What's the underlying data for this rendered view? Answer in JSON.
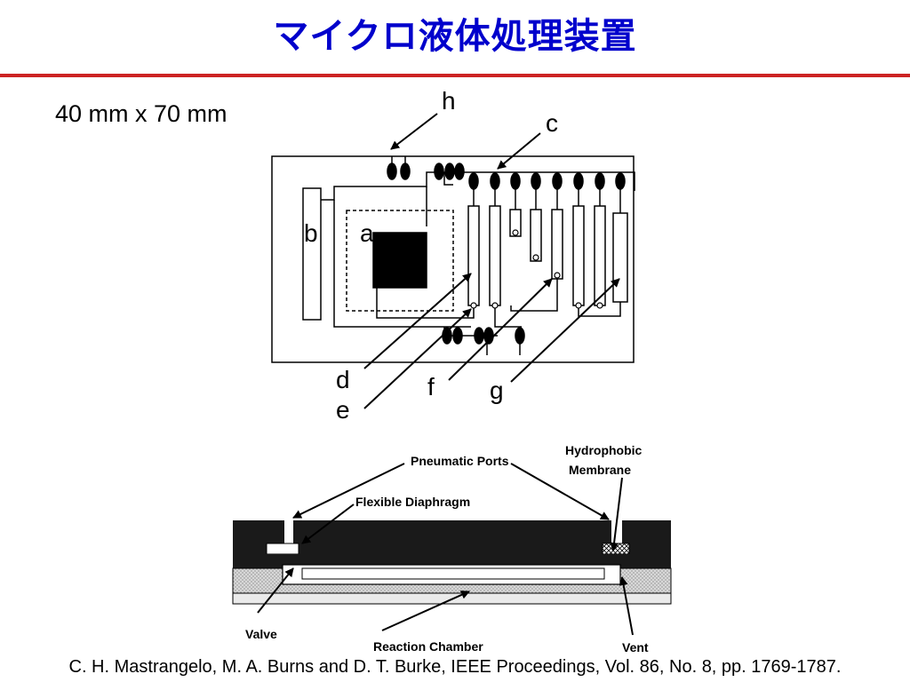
{
  "title": "マイクロ液体処理装置",
  "dimensions": "40 mm x 70 mm",
  "top_diagram": {
    "labels": {
      "a": "a",
      "b": "b",
      "c": "c",
      "d": "d",
      "e": "e",
      "f": "f",
      "g": "g",
      "h": "h"
    }
  },
  "cross_section": {
    "pneumatic_ports": "Pneumatic Ports",
    "hydrophobic_membrane_line1": "Hydrophobic",
    "hydrophobic_membrane_line2": "Membrane",
    "flexible_diaphragm": "Flexible Diaphragm",
    "valve": "Valve",
    "reaction_chamber": "Reaction Chamber",
    "vent": "Vent"
  },
  "citation": "C. H. Mastrangelo, M. A. Burns and D. T. Burke, IEEE Proceedings, Vol. 86, No. 8, pp. 1769-1787.",
  "colors": {
    "title": "#0000cc",
    "rule": "#cc2222"
  }
}
